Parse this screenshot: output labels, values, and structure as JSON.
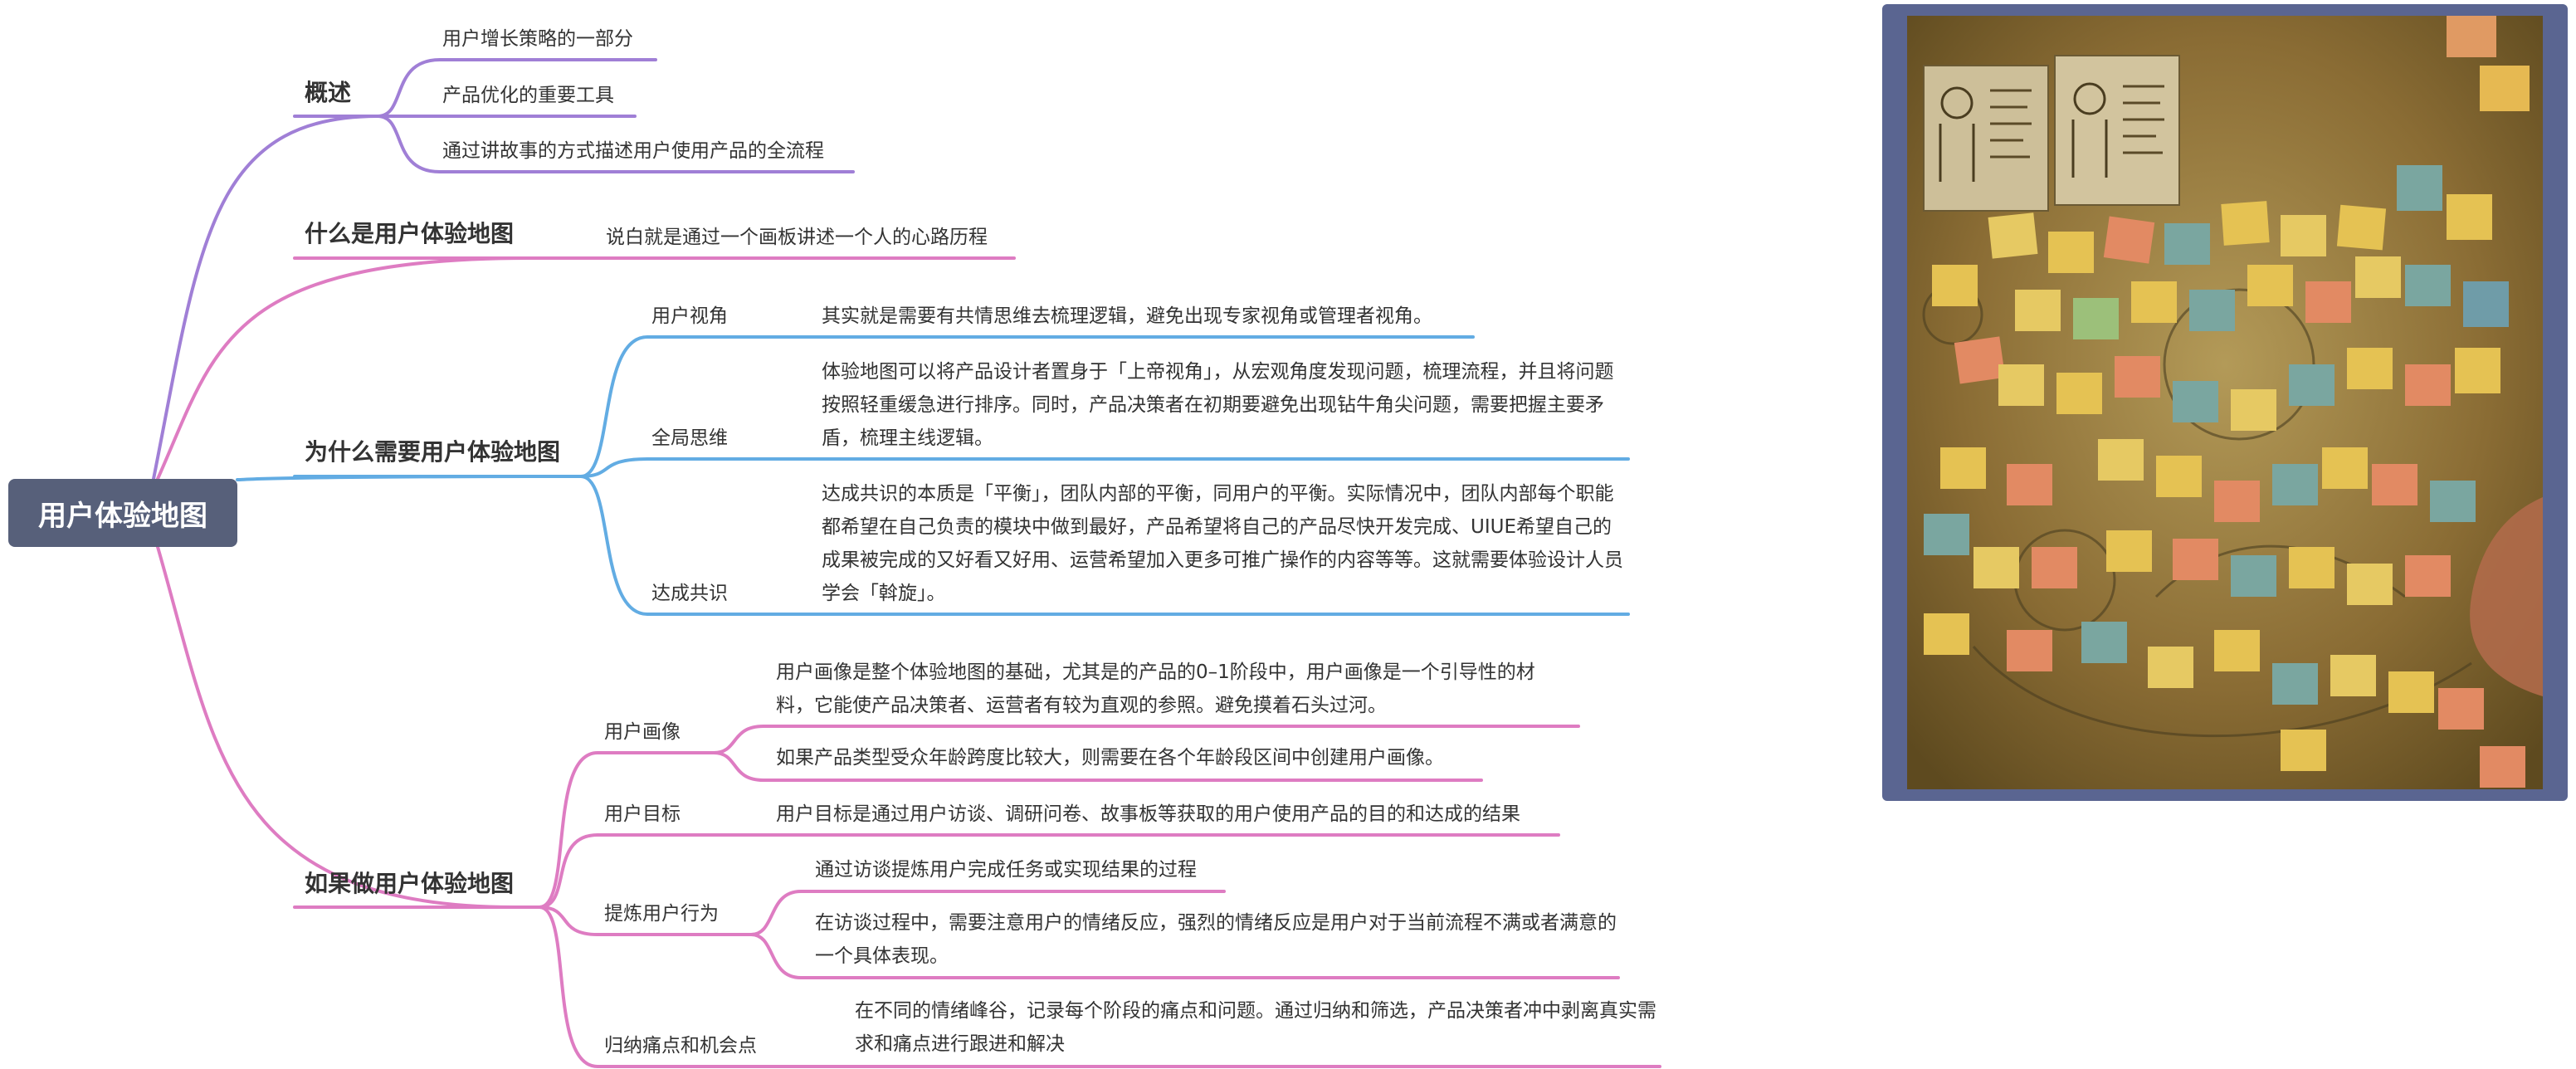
{
  "colors": {
    "purple": "#a07fd6",
    "pink": "#de7cc2",
    "blue": "#62ace3",
    "root_bg": "#57607a",
    "frame": "#5a6591"
  },
  "root": {
    "label": "用户体验地图"
  },
  "branches": [
    {
      "label": "概述",
      "color": "purple",
      "leaves": [
        "用户增长策略的一部分",
        "产品优化的重要工具",
        "通过讲故事的方式描述用户使用产品的全流程"
      ]
    },
    {
      "label": "什么是用户体验地图",
      "color": "pink",
      "leaves": [
        "说白就是通过一个画板讲述一个人的心路历程"
      ]
    },
    {
      "label": "为什么需要用户体验地图",
      "color": "blue",
      "children": [
        {
          "label": "用户视角",
          "text": "其实就是需要有共情思维去梳理逻辑，避免出现专家视角或管理者视角。"
        },
        {
          "label": "全局思维",
          "text": "体验地图可以将产品设计者置身于「上帝视角」，从宏观角度发现问题，梳理流程，并且将问题按照轻重缓急进行排序。同时，产品决策者在初期要避免出现钻牛角尖问题，需要把握主要矛盾，梳理主线逻辑。"
        },
        {
          "label": "达成共识",
          "text": "达成共识的本质是「平衡」，团队内部的平衡，同用户的平衡。实际情况中，团队内部每个职能都希望在自己负责的模块中做到最好，产品希望将自己的产品尽快开发完成、UIUE希望自己的成果被完成的又好看又好用、运营希望加入更多可推广操作的内容等等。这就需要体验设计人员学会「斡旋」。"
        }
      ]
    },
    {
      "label": "如果做用户体验地图",
      "color": "pink",
      "children": [
        {
          "label": "用户画像",
          "items": [
            "用户画像是整个体验地图的基础，尤其是的产品的0–1阶段中，用户画像是一个引导性的材料，它能使产品决策者、运营者有较为直观的参照。避免摸着石头过河。",
            "如果产品类型受众年龄跨度比较大，则需要在各个年龄段区间中创建用户画像。"
          ]
        },
        {
          "label": "用户目标",
          "items": [
            "用户目标是通过用户访谈、调研问卷、故事板等获取的用户使用产品的目的和达成的结果"
          ]
        },
        {
          "label": "提炼用户行为",
          "items": [
            "通过访谈提炼用户完成任务或实现结果的过程",
            "在访谈过程中，需要注意用户的情绪反应，强烈的情绪反应是用户对于当前流程不满或者满意的一个具体表现。"
          ]
        },
        {
          "label": "归纳痛点和机会点",
          "items": [
            "在不同的情绪峰谷，记录每个阶段的痛点和问题。通过归纳和筛选，产品决策者冲中剥离真实需求和痛点进行跟进和解决"
          ]
        }
      ]
    }
  ]
}
